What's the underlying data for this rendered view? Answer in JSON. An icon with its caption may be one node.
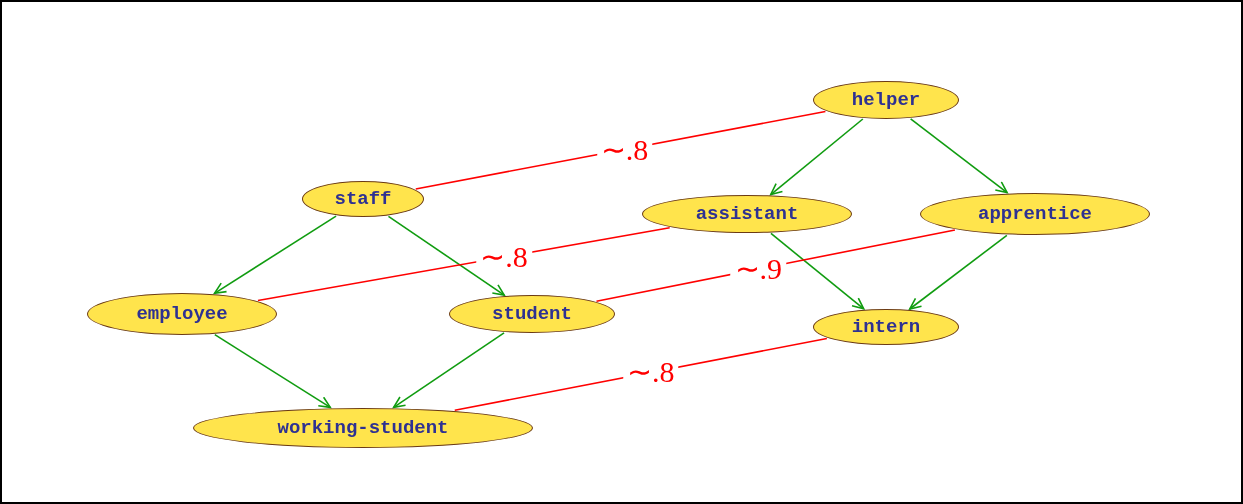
{
  "diagram": {
    "nodes": [
      {
        "text": [
          "helper"
        ]
      },
      {
        "text": [
          "staff"
        ]
      },
      {
        "text": [
          "assistant"
        ]
      },
      {
        "text": [
          "apprentice"
        ]
      },
      {
        "text": [
          "employee"
        ]
      },
      {
        "text": [
          "student"
        ]
      },
      {
        "text": [
          "intern"
        ]
      },
      {
        "text": [
          "working-student"
        ]
      }
    ],
    "edges": [
      {
        "from": 0,
        "to": 2,
        "arrow": "to"
      },
      {
        "from": 0,
        "to": 3,
        "arrow": "to"
      },
      {
        "from": 1,
        "to": 4,
        "arrow": "to"
      },
      {
        "from": 1,
        "to": 5,
        "arrow": "to"
      },
      {
        "from": 2,
        "to": 6,
        "arrow": "to"
      },
      {
        "from": 3,
        "to": 6,
        "arrow": "to"
      },
      {
        "from": 4,
        "to": 7,
        "arrow": "to"
      },
      {
        "from": 5,
        "to": 7,
        "arrow": "to"
      },
      {
        "from": 1,
        "to": 0,
        "arrow": "none",
        "label": "∼.8",
        "color": "#ff0000"
      },
      {
        "from": 4,
        "to": 2,
        "arrow": "none",
        "label": "∼.8",
        "color": "#ff0000"
      },
      {
        "from": 5,
        "to": 3,
        "arrow": "none",
        "label": "∼.9",
        "color": "#ff0000"
      },
      {
        "from": 7,
        "to": 6,
        "arrow": "none",
        "label": "∼.8",
        "color": "#ff0000"
      }
    ]
  }
}
